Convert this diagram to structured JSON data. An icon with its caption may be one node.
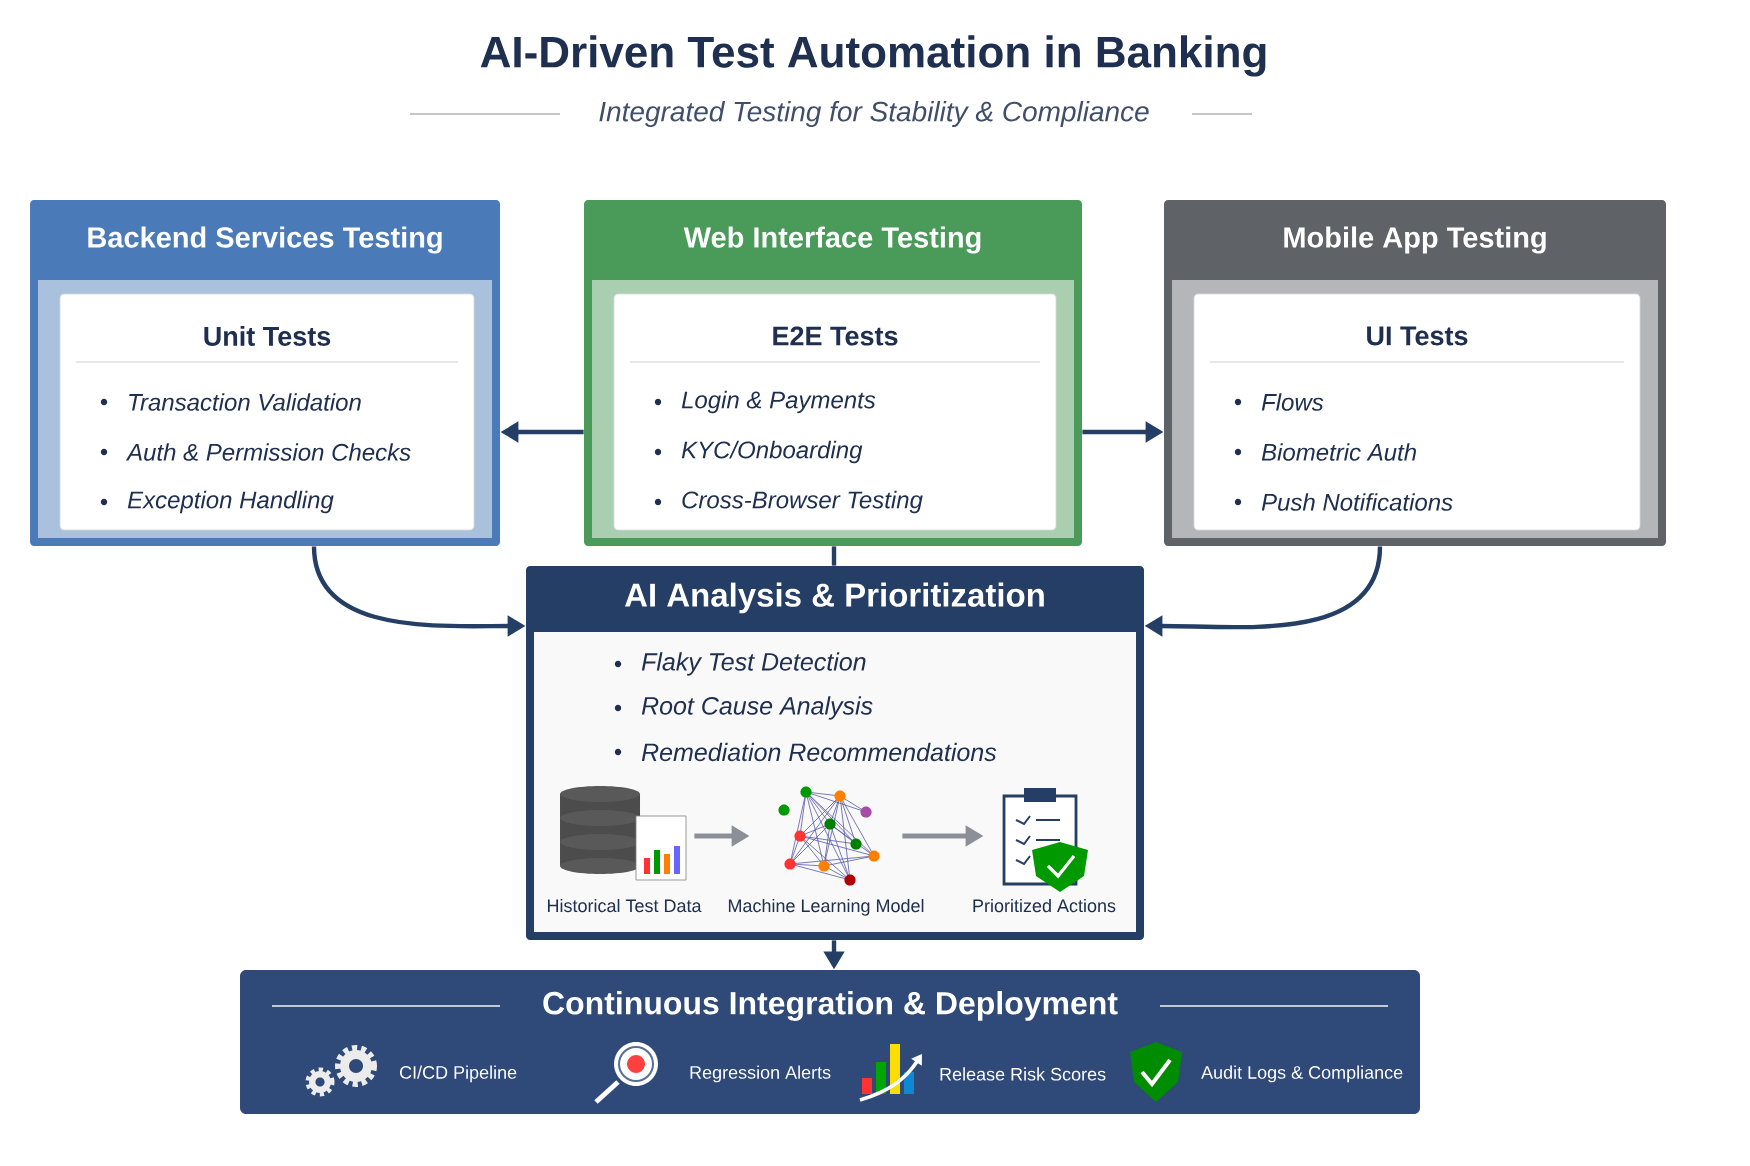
{
  "diagram": {
    "title": "AI-Driven Test Automation in Banking",
    "nodes": [
      {
        "text": [
          "Backend Services Testing"
        ]
      },
      {
        "text": [
          "Unit Tests",
          "Transaction Validation",
          "Auth & Permission Checks",
          "Exception Handling"
        ],
        "in": 0
      },
      {
        "text": [
          "Web Interface Testing"
        ]
      },
      {
        "text": [
          "E2E Tests",
          "Login & Payments",
          "KYC/Onboarding",
          "Cross-Browser Testing"
        ],
        "in": 2
      },
      {
        "text": [
          "Mobile App Testing"
        ]
      },
      {
        "text": [
          "UI Tests",
          "Flows",
          "Biometric Auth",
          "Push Notifications"
        ],
        "in": 4
      },
      {
        "text": [
          "AI Analysis & Prioritization",
          "Flaky Test Detection",
          "Root Cause Analysis",
          "Remediation Recommendations"
        ]
      },
      {
        "text": [
          "Historical Test Data"
        ],
        "in": 6
      },
      {
        "text": [
          "Machine Learning Model"
        ],
        "in": 6
      },
      {
        "text": [
          "Prioritized Actions"
        ],
        "in": 6
      },
      {
        "text": [
          "Continuous Integration & Deployment"
        ]
      }
    ],
    "edges": [
      {
        "from": 2,
        "to": 0,
        "arrow": "to"
      },
      {
        "from": 2,
        "to": 4,
        "arrow": "to"
      },
      {
        "from": 0,
        "to": 6,
        "arrow": "to"
      },
      {
        "from": 4,
        "to": 6,
        "arrow": "to"
      },
      {
        "from": 2,
        "to": 6,
        "arrow": "none"
      },
      {
        "from": 6,
        "to": 10,
        "arrow": "to"
      },
      {
        "from": 7,
        "to": 8,
        "arrow": "to",
        "color": "#8a8f98"
      },
      {
        "from": 8,
        "to": 9,
        "arrow": "to",
        "color": "#8a8f98"
      }
    ],
    "labels": [
      "Integrated Testing for Stability & Compliance",
      "CI/CD Pipeline",
      "Regression Alerts",
      "Release Risk Scores",
      "Audit Logs & Compliance"
    ]
  }
}
